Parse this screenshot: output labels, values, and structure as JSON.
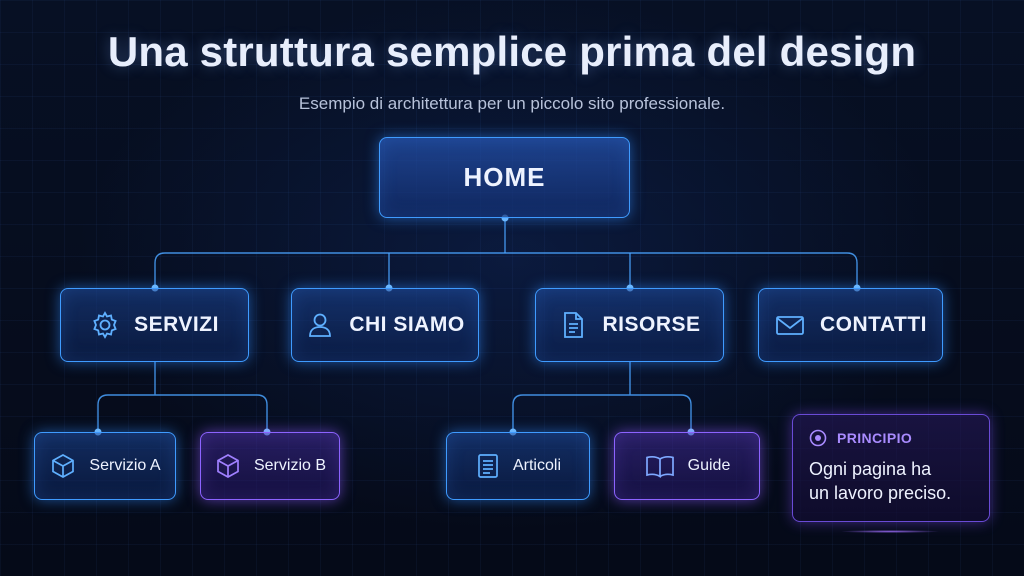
{
  "title": "Una struttura semplice prima del design",
  "subtitle": "Esempio di architettura per un piccolo sito professionale.",
  "colors": {
    "background": "#050b1a",
    "node_border_blue": "#3f9bff",
    "node_border_purple": "#8c63ff",
    "connector": "#4aa3ff",
    "accent_purple": "#a98bff"
  },
  "root": {
    "label": "HOME"
  },
  "sections": [
    {
      "label": "SERVIZI",
      "icon": "gear-icon"
    },
    {
      "label": "CHI SIAMO",
      "icon": "user-icon"
    },
    {
      "label": "RISORSE",
      "icon": "document-icon"
    },
    {
      "label": "CONTATTI",
      "icon": "mail-icon"
    }
  ],
  "subpages": [
    {
      "label": "Servizio A",
      "icon": "cube-icon",
      "parent": "SERVIZI"
    },
    {
      "label": "Servizio B",
      "icon": "cube-icon",
      "parent": "SERVIZI"
    },
    {
      "label": "Articoli",
      "icon": "document-lines-icon",
      "parent": "RISORSE"
    },
    {
      "label": "Guide",
      "icon": "book-icon",
      "parent": "RISORSE"
    }
  ],
  "principle": {
    "heading": "PRINCIPIO",
    "text": "Ogni pagina ha\nun lavoro preciso.",
    "icon": "target-icon"
  }
}
